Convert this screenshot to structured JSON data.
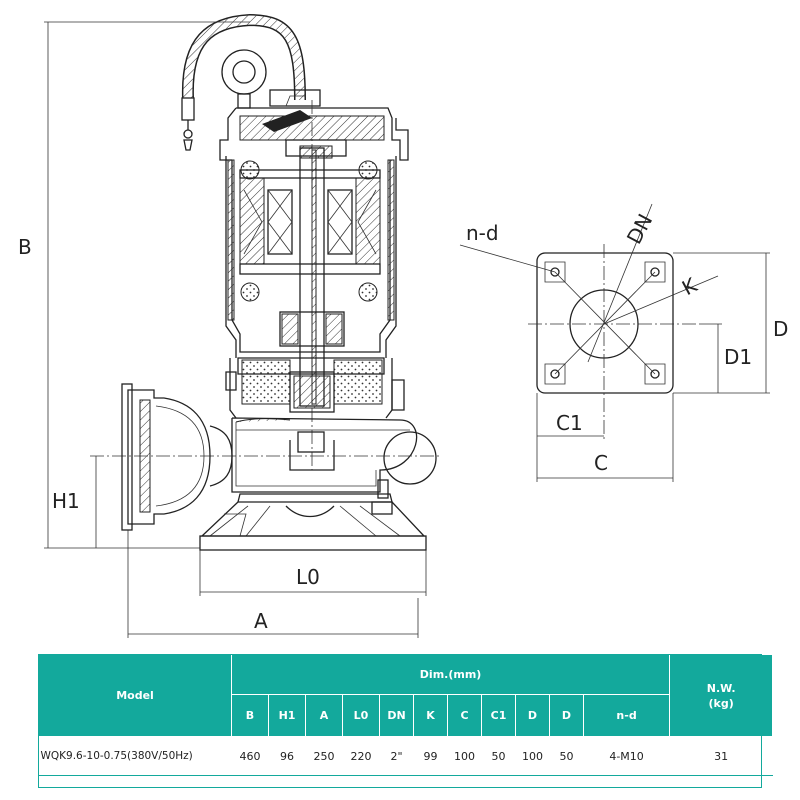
{
  "drawing": {
    "dim_labels": {
      "B": "B",
      "H1": "H1",
      "L0": "L0",
      "A": "A",
      "n_d": "n-d",
      "DN": "DN",
      "K": "K",
      "D": "D",
      "D1": "D1",
      "C1": "C1",
      "C": "C"
    }
  },
  "table": {
    "model_header": "Model",
    "dim_header": "Dim.(mm)",
    "nw_header": "N.W.\n(kg)",
    "columns": [
      "B",
      "H1",
      "A",
      "L0",
      "DN",
      "K",
      "C",
      "C1",
      "D",
      "D",
      "n-d"
    ],
    "rows": [
      {
        "model": "WQK9.6-10-0.75(380V/50Hz)",
        "values": [
          "460",
          "96",
          "250",
          "220",
          "2\"",
          "99",
          "100",
          "50",
          "100",
          "50",
          "4-M10"
        ],
        "nw": "31"
      }
    ]
  },
  "colors": {
    "table_header": "#13a99c",
    "line": "#222222"
  }
}
